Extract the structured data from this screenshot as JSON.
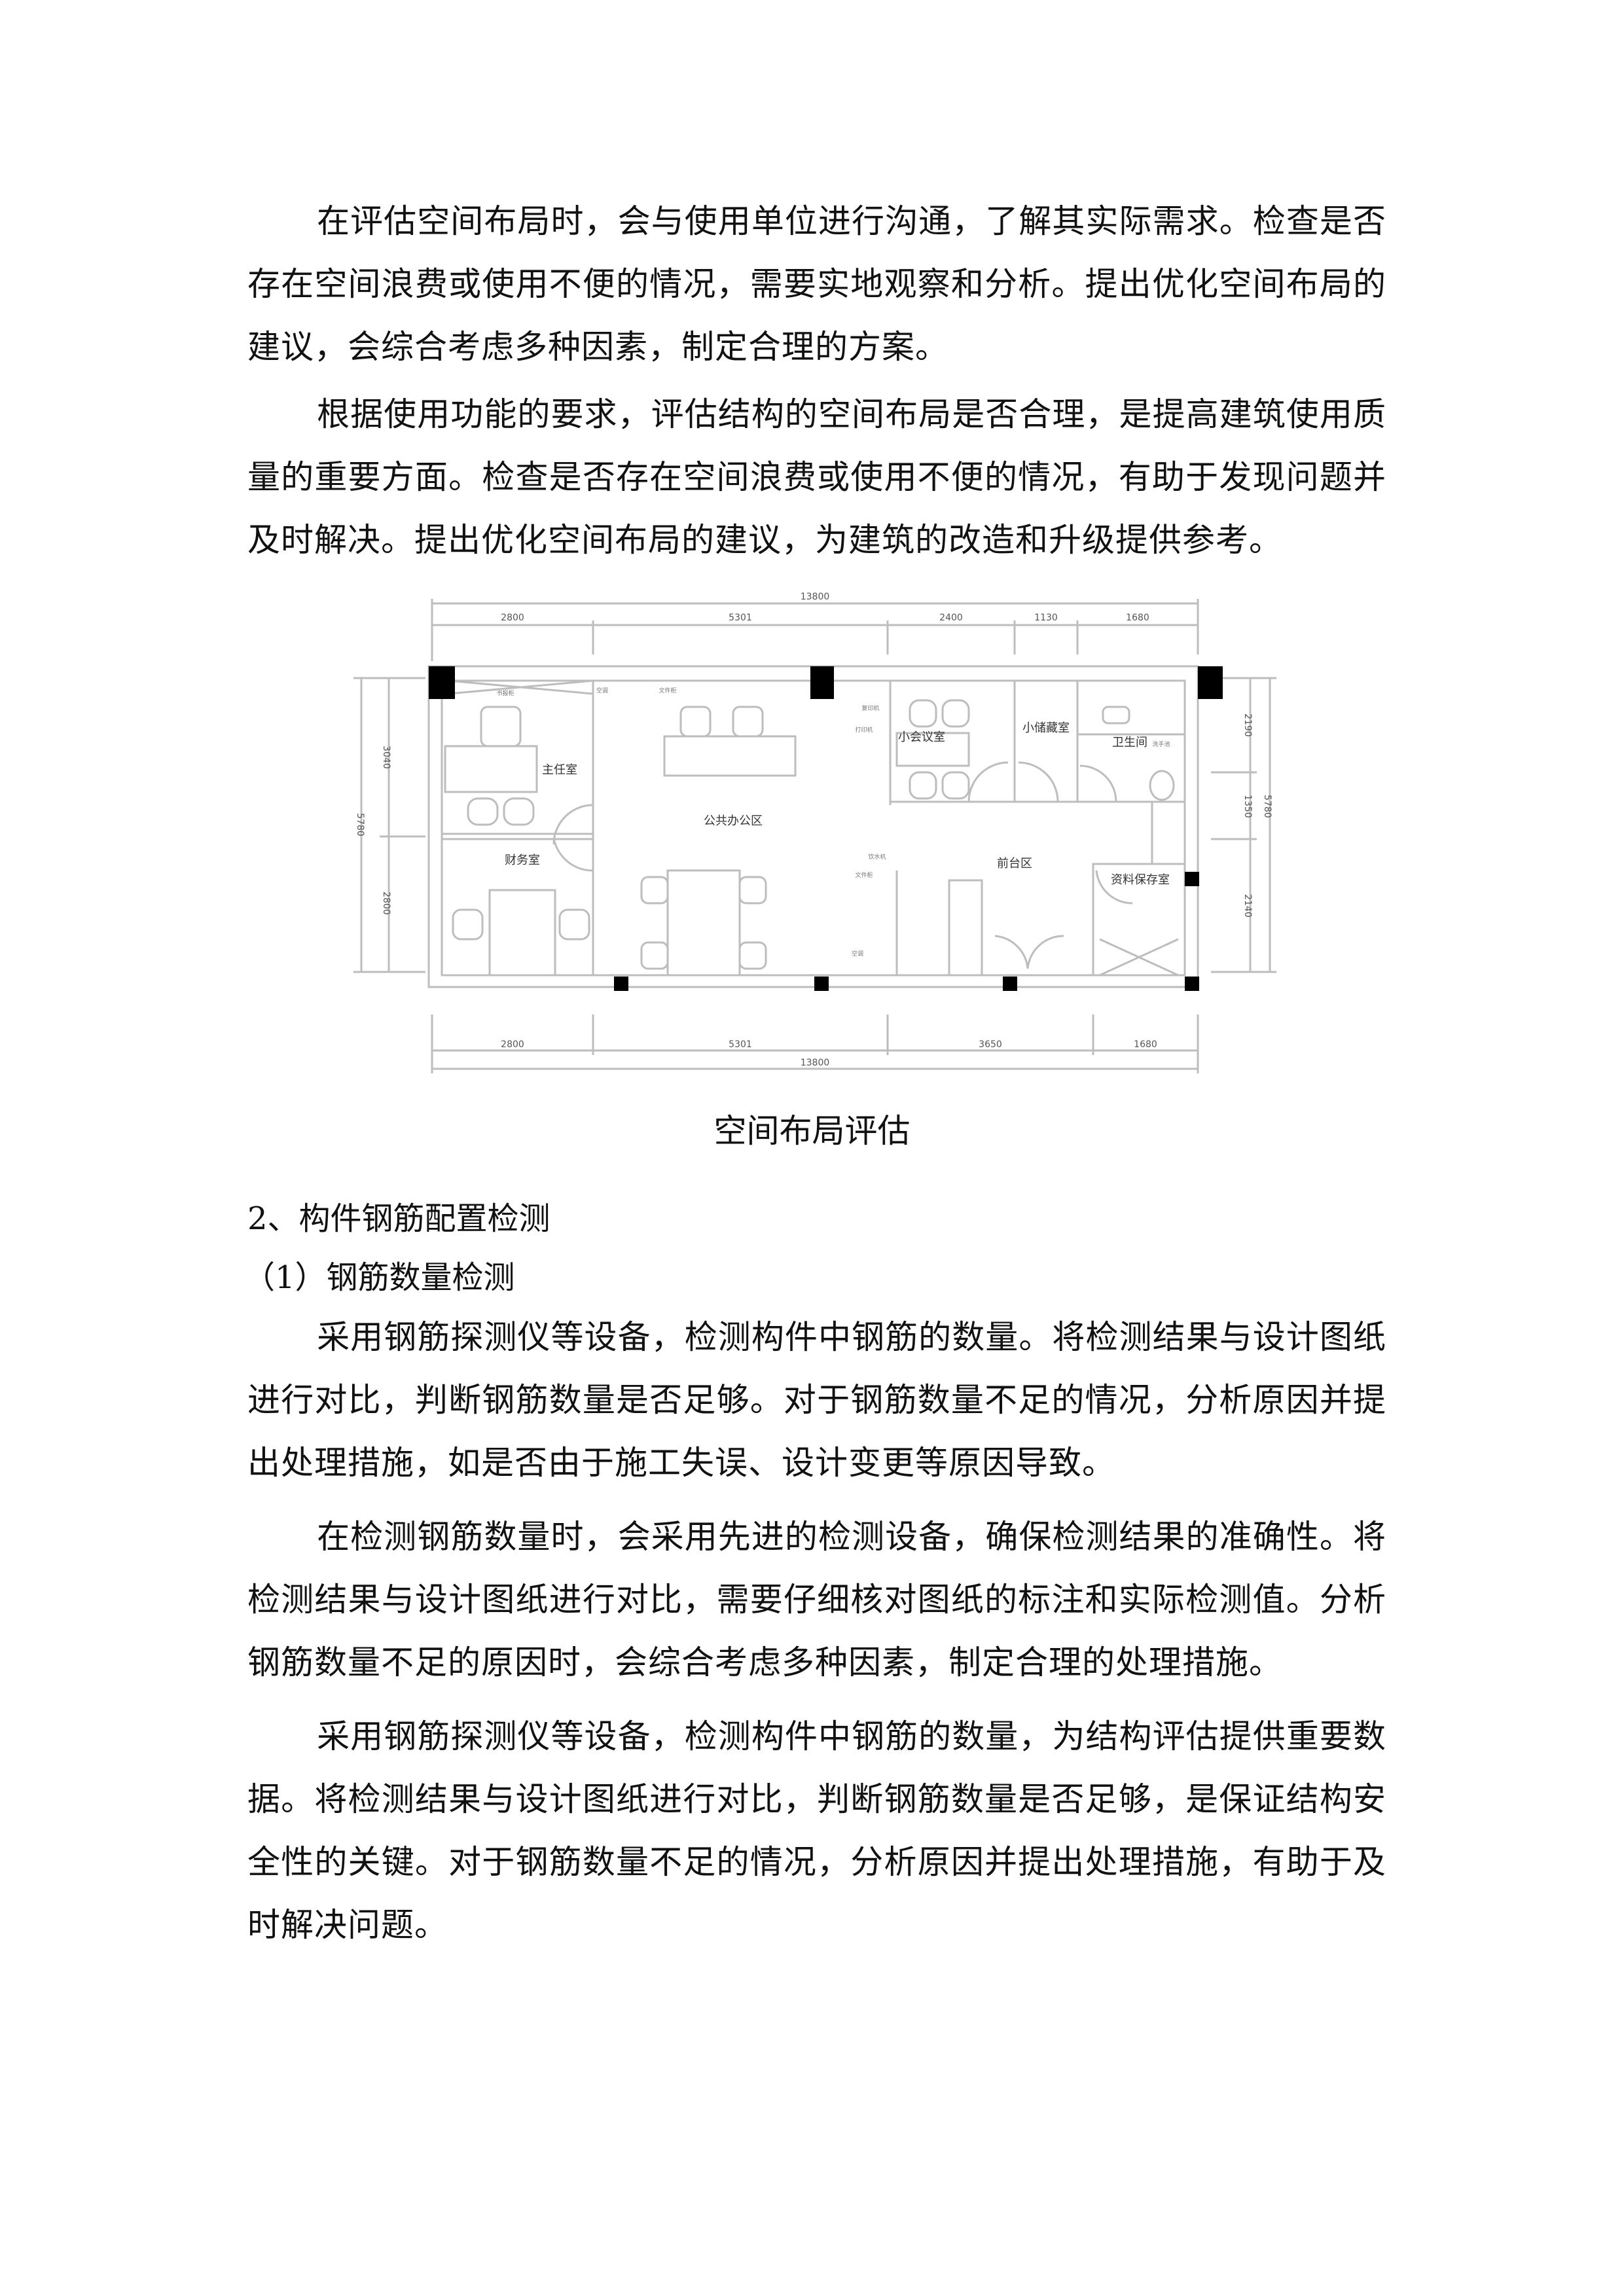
{
  "paragraphs": [
    "在评估空间布局时，会与使用单位进行沟通，了解其实际需求。检查是否存在空间浪费或使用不便的情况，需要实地观察和分析。提出优化空间布局的建议，会综合考虑多种因素，制定合理的方案。",
    "根据使用功能的要求，评估结构的空间布局是否合理，是提高建筑使用质量的重要方面。检查是否存在空间浪费或使用不便的情况，有助于发现问题并及时解决。提出优化空间布局的建议，为建筑的改造和升级提供参考。"
  ],
  "figure": {
    "caption": "空间布局评估",
    "dims_top_total": "13800",
    "dims_top": [
      "2800",
      "5301",
      "2400",
      "1130",
      "1680"
    ],
    "dims_bottom": [
      "2800",
      "5301",
      "3650",
      "1680"
    ],
    "dims_bottom_total": "13800",
    "dims_left": [
      "3040",
      "2800"
    ],
    "dims_left_total": "5780",
    "dims_right": [
      "2190",
      "1350",
      "2140"
    ],
    "dims_right_total": "5780",
    "rooms": {
      "director": "主任室",
      "finance": "财务室",
      "public_office": "公共办公区",
      "meeting": "小会议室",
      "storage": "小储藏室",
      "restroom": "卫生间",
      "reception": "前台区",
      "archive": "资料保存室"
    },
    "furniture_labels": {
      "bookcase": "书报柜",
      "ac": "空调",
      "file_cabinet": "文件柜",
      "printer": "复印机",
      "printer2": "打印机",
      "water": "饮水机",
      "washbasin": "洗手池",
      "file_cabinet2": "文件柜",
      "ac2": "空调"
    }
  },
  "section": {
    "heading": "2、构件钢筋配置检测",
    "subheading": "（1）钢筋数量检测"
  },
  "paragraphs2": [
    "采用钢筋探测仪等设备，检测构件中钢筋的数量。将检测结果与设计图纸进行对比，判断钢筋数量是否足够。对于钢筋数量不足的情况，分析原因并提出处理措施，如是否由于施工失误、设计变更等原因导致。",
    "在检测钢筋数量时，会采用先进的检测设备，确保检测结果的准确性。将检测结果与设计图纸进行对比，需要仔细核对图纸的标注和实际检测值。分析钢筋数量不足的原因时，会综合考虑多种因素，制定合理的处理措施。",
    "采用钢筋探测仪等设备，检测构件中钢筋的数量，为结构评估提供重要数据。将检测结果与设计图纸进行对比，判断钢筋数量是否足够，是保证结构安全性的关键。对于钢筋数量不足的情况，分析原因并提出处理措施，有助于及时解决问题。"
  ]
}
